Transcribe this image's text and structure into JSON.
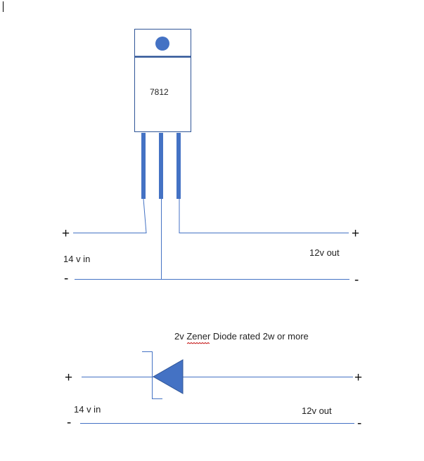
{
  "regulator": {
    "part_number": "7812",
    "body_color": "#ffffff",
    "outline_color": "#2F5597",
    "pin_color": "#4472C4",
    "hole_color": "#4472C4"
  },
  "circuit_top": {
    "plus_left": "+",
    "plus_right": "+",
    "minus_left": "-",
    "minus_right": "-",
    "input_label": "14 v in",
    "output_label": "12v out"
  },
  "circuit_bottom": {
    "diode_label": "2v Zener Diode rated 2w or more",
    "plus_left": "+",
    "plus_right": "+",
    "minus_left": "-",
    "minus_right": "-",
    "input_label": "14 v in",
    "output_label": "12v out"
  },
  "colors": {
    "wire": "#4472C4",
    "diode_fill": "#4472C4",
    "spellcheck_underline": "#C00000"
  }
}
